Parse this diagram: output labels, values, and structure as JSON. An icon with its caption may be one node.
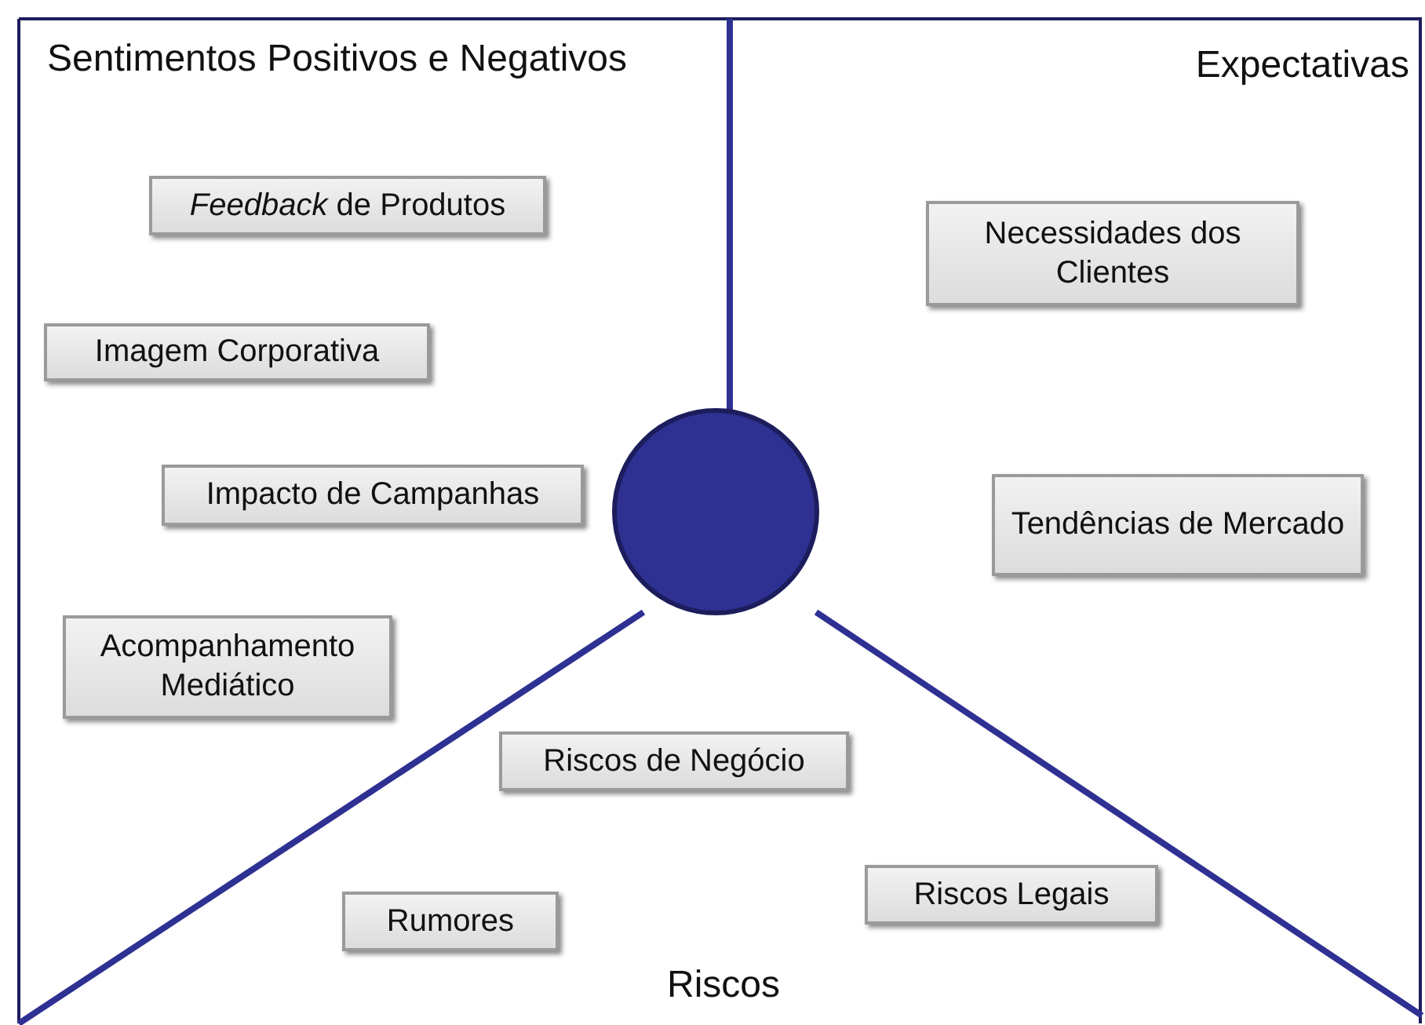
{
  "diagram": {
    "nodes": [
      {
        "text": [
          "Sentimentos Positivos e Negativos"
        ]
      },
      {
        "text": [
          "*Feedback* de Produtos"
        ],
        "in": 0
      },
      {
        "text": [
          "Imagem Corporativa"
        ],
        "in": 0
      },
      {
        "text": [
          "Impacto de Campanhas"
        ],
        "in": 0
      },
      {
        "text": [
          "Acompanhamento Mediático"
        ],
        "in": 0
      },
      {
        "text": [
          "Expectativas"
        ]
      },
      {
        "text": [
          "Necessidades dos Clientes"
        ],
        "in": 5
      },
      {
        "text": [
          "Tendências de Mercado"
        ],
        "in": 5
      },
      {
        "text": [],
        "shape": "circle"
      },
      {
        "text": [
          "Riscos"
        ]
      },
      {
        "text": [
          "Riscos de Negócio"
        ],
        "in": 9
      },
      {
        "text": [
          "Riscos Legais"
        ],
        "in": 9
      },
      {
        "text": [
          "Rumores"
        ],
        "in": 9
      }
    ]
  }
}
